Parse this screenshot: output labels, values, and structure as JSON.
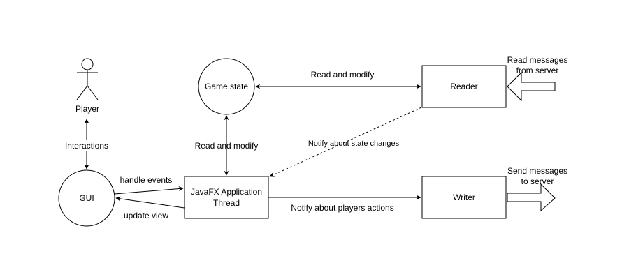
{
  "nodes": {
    "player": "Player",
    "game_state": "Game state",
    "reader": "Reader",
    "gui": "GUI",
    "javafx_line1": "JavaFX Application",
    "javafx_line2": "Thread",
    "writer": "Writer"
  },
  "edges": {
    "interactions": "Interactions",
    "read_modify_top": "Read and modify",
    "read_modify_vertical": "Read and modify",
    "notify_state": "Notify about state changes",
    "handle_events": "handle events",
    "update_view": "update view",
    "notify_players": "Notify about players actions"
  },
  "externals": {
    "read_msgs_line1": "Read messages",
    "read_msgs_line2": "from server",
    "send_msgs_line1": "Send messages",
    "send_msgs_line2": "to server"
  }
}
